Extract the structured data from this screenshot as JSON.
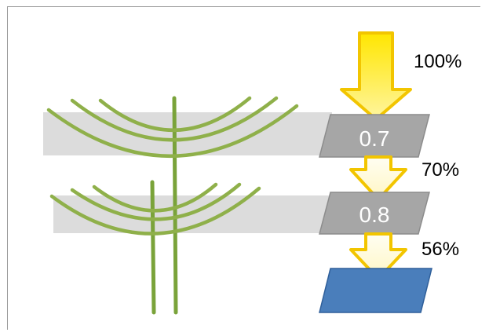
{
  "percent_labels": [
    "100%",
    "70%",
    "56%"
  ],
  "factors": [
    "0.7",
    "0.8"
  ],
  "colors": {
    "arrow_fill": "#ffe600",
    "arrow_fill_light": "#fffbd6",
    "arrow_stroke": "#f2c500",
    "factor_box": "#a6a6a6",
    "factor_box_stroke": "#8c8c8c",
    "shadow_band": "#dcdcdc",
    "leaf": "#8fb04a",
    "stem": "#7aa33a",
    "ground": "#4a7ebb",
    "ground_stroke": "#2f5f9a"
  }
}
